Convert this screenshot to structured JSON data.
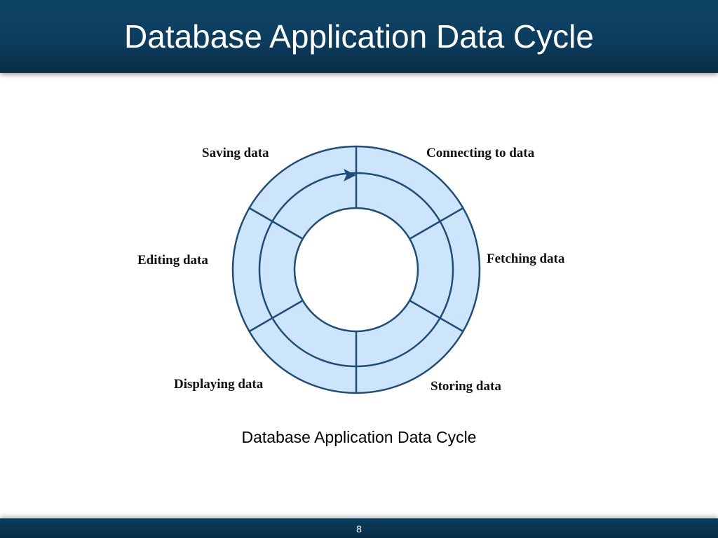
{
  "slide": {
    "title": "Database Application Data Cycle",
    "caption": "Database Application Data Cycle",
    "page_number": "8"
  },
  "diagram": {
    "type": "cycle",
    "direction": "clockwise",
    "stages": [
      {
        "label": "Connecting to data"
      },
      {
        "label": "Fetching data"
      },
      {
        "label": "Storing data"
      },
      {
        "label": "Displaying data"
      },
      {
        "label": "Editing data"
      },
      {
        "label": "Saving data"
      }
    ]
  },
  "colors": {
    "header": "#0c3d5e",
    "ring_fill": "#cce5fb",
    "ring_stroke": "#1f4d7a"
  }
}
